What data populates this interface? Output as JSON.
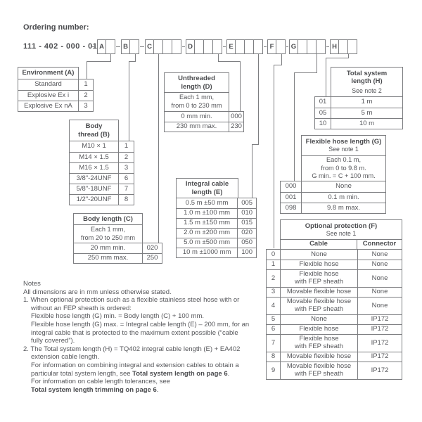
{
  "page": {
    "title": "Ordering number:",
    "number": "111 - 402 - 000 - 013"
  },
  "segments": {
    "letters": [
      "A",
      "B",
      "C",
      "D",
      "E",
      "F",
      "G",
      "H"
    ]
  },
  "tables": {
    "environment": {
      "title": "Environment (A)",
      "rows": [
        {
          "label": "Standard",
          "code": "1"
        },
        {
          "label": "Explosive Ex i",
          "code": "2"
        },
        {
          "label": "Explosive Ex nA",
          "code": "3"
        }
      ]
    },
    "body_thread": {
      "title": "Body\nthread (B)",
      "rows": [
        {
          "label": "M10 × 1",
          "code": "1"
        },
        {
          "label": "M14 × 1.5",
          "code": "2"
        },
        {
          "label": "M16 × 1.5",
          "code": "3"
        },
        {
          "label": "3/8\"-24UNF",
          "code": "6"
        },
        {
          "label": "5/8\"-18UNF",
          "code": "7"
        },
        {
          "label": "1/2\"-20UNF",
          "code": "8"
        }
      ]
    },
    "body_length": {
      "title": "Body length (C)",
      "sub": "Each 1 mm,\nfrom 20 to 250 mm",
      "rows": [
        {
          "label": "20 mm min.",
          "code": "020"
        },
        {
          "label": "250 mm max.",
          "code": "250"
        }
      ]
    },
    "unthreaded": {
      "title": "Unthreaded\nlength (D)",
      "sub": "Each 1 mm,\nfrom 0 to 230 mm",
      "rows": [
        {
          "label": "0 mm min.",
          "code": "000"
        },
        {
          "label": "230 mm max.",
          "code": "230"
        }
      ]
    },
    "integral": {
      "title": "Integral cable\nlength (E)",
      "rows": [
        {
          "label": "0.5 m ±50 mm",
          "code": "005"
        },
        {
          "label": "1.0 m ±100 mm",
          "code": "010"
        },
        {
          "label": "1.5 m ±150 mm",
          "code": "015"
        },
        {
          "label": "2.0 m ±200 mm",
          "code": "020"
        },
        {
          "label": "5.0 m ±500 mm",
          "code": "050"
        },
        {
          "label": "10 m ±1000 mm",
          "code": "100"
        }
      ]
    },
    "protection": {
      "title": "Optional protection (F)",
      "note": "See note 1",
      "col_cable": "Cable",
      "col_connector": "Connector",
      "rows": [
        {
          "code": "0",
          "cable": "None",
          "connector": "None"
        },
        {
          "code": "1",
          "cable": "Flexible hose",
          "connector": "None"
        },
        {
          "code": "2",
          "cable": "Flexible hose\nwith FEP sheath",
          "connector": "None"
        },
        {
          "code": "3",
          "cable": "Movable flexible hose",
          "connector": "None"
        },
        {
          "code": "4",
          "cable": "Movable flexible hose\nwith FEP sheath",
          "connector": "None"
        },
        {
          "code": "5",
          "cable": "None",
          "connector": "IP172"
        },
        {
          "code": "6",
          "cable": "Flexible hose",
          "connector": "IP172"
        },
        {
          "code": "7",
          "cable": "Flexible hose\nwith FEP sheath",
          "connector": "IP172"
        },
        {
          "code": "8",
          "cable": "Movable flexible hose",
          "connector": "IP172"
        },
        {
          "code": "9",
          "cable": "Movable flexible hose\nwith FEP sheath",
          "connector": "IP172"
        }
      ]
    },
    "hose": {
      "title": "Flexible hose length (G)",
      "note": "See note 1",
      "sub": "Each 0.1 m,\nfrom 0 to 9.8 m.\nG min. = C + 100 mm.",
      "rows": [
        {
          "code": "000",
          "label": "None"
        },
        {
          "code": "001",
          "label": "0.1 m min."
        },
        {
          "code": "098",
          "label": "9.8 m max."
        }
      ]
    },
    "total": {
      "title": "Total system\nlength (H)",
      "note": "See note 2",
      "rows": [
        {
          "code": "01",
          "label": "1 m"
        },
        {
          "code": "05",
          "label": "5 m"
        },
        {
          "code": "10",
          "label": "10 m"
        }
      ]
    }
  },
  "notes": {
    "heading": "Notes",
    "intro": "All dimensions are in mm unless otherwise stated.",
    "n1_l1": "1. When optional protection such as a flexible stainless steel hose with or",
    "n1_l2": "without an FEP sheath is ordered:",
    "n1_l3": "Flexible hose length (G) min. = Body length (C) + 100 mm.",
    "n1_l4": "Flexible hose length (G) max. = Integral cable length (E) – 200 mm, for an",
    "n1_l5": "integral cable that is protected to the maximum extent possible (“cable",
    "n1_l6": "fully covered”).",
    "n2_l1": "2. The Total system length (H) = TQ402 integral cable length (E) + EA402",
    "n2_l2": "extension cable length.",
    "n2_l3": "For information on combining integral and extension cables to obtain a",
    "n2_l4_pre": "particular total system length, see ",
    "n2_l4_bold": "Total system length on page 6",
    "n2_l4_post": ".",
    "n2_l5": "For information on cable length tolerances, see",
    "n2_l6_bold": "Total system length trimming on page 6",
    "n2_l6_post": "."
  }
}
